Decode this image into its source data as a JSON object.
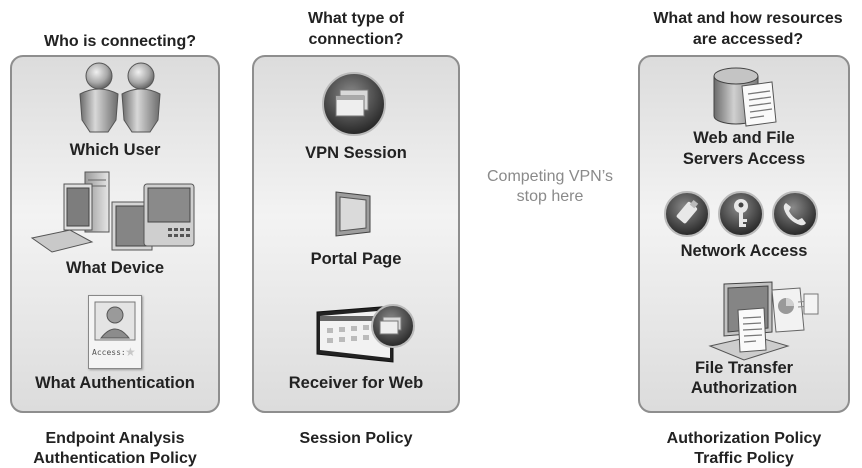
{
  "columns": {
    "endpoint": {
      "header": "Who is connecting?",
      "items": [
        "Which User",
        "What Device",
        "What Authentication"
      ],
      "badge_text": "Access:",
      "footer_line1": "Endpoint Analysis",
      "footer_line2": "Authentication Policy"
    },
    "session": {
      "header_line1": "What type of",
      "header_line2": "connection?",
      "items": [
        "VPN Session",
        "Portal Page",
        "Receiver for Web"
      ],
      "footer": "Session Policy"
    },
    "middle": {
      "line1": "Competing VPN’s",
      "line2": "stop here"
    },
    "authorization": {
      "header_line1": "What and how resources",
      "header_line2": "are accessed?",
      "item1_line1": "Web and File",
      "item1_line2": "Servers Access",
      "item2": "Network Access",
      "item3_line1": "File Transfer",
      "item3_line2": "Authorization",
      "footer_line1": "Authorization Policy",
      "footer_line2": "Traffic Policy"
    }
  },
  "colors": {
    "panel_border": "#8e8e8e",
    "panel_fill": "#e8e8e8",
    "muted_text": "#8a8a8a",
    "text": "#222222"
  },
  "icons": [
    "users-icon",
    "devices-icon",
    "access-badge-icon",
    "vpn-session-icon",
    "portal-monitor-icon",
    "receiver-web-icon",
    "server-document-icon",
    "usb-icon",
    "key-icon",
    "phone-icon",
    "laptop-file-icon"
  ]
}
